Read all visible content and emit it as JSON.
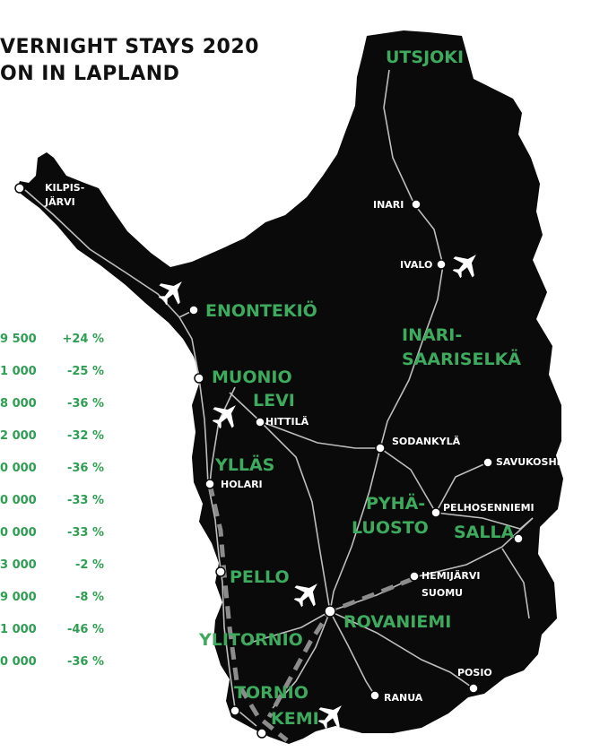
{
  "title": {
    "line1": "VERNIGHT STAYS 2020",
    "line2": "ON IN LAPLAND"
  },
  "stats": [
    {
      "value": "9 500",
      "change": "+24 %"
    },
    {
      "value": "1 000",
      "change": "-25 %"
    },
    {
      "value": "8 000",
      "change": "-36 %"
    },
    {
      "value": "2 000",
      "change": "-32 %"
    },
    {
      "value": "0 000",
      "change": "-36 %"
    },
    {
      "value": "0 000",
      "change": "-33 %"
    },
    {
      "value": "0 000",
      "change": "-33 %"
    },
    {
      "value": "3 000",
      "change": "-2 %"
    },
    {
      "value": "9 000",
      "change": "-8 %"
    },
    {
      "value": "1 000",
      "change": "-46 %"
    },
    {
      "value": "0 000",
      "change": "-36 %"
    }
  ],
  "destinations": {
    "utsjoki": "UTSJOKI",
    "enontekio": "ENONTEKIÖ",
    "inari_saariselka_1": "INARI-",
    "inari_saariselka_2": "SAARISELKÄ",
    "muonio": "MUONIO",
    "levi": "LEVI",
    "yllas": "YLLÄS",
    "pyha_luosto_1": "PYHÄ-",
    "pyha_luosto_2": "LUOSTO",
    "salla": "SALLA",
    "pello": "PELLO",
    "rovaniemi": "ROVANIEMI",
    "ylitornio": "YLITORNIO",
    "tornio": "TORNIO",
    "kemi": "KEMI"
  },
  "towns": {
    "kilpisjarvi_1": "KILPIS-",
    "kilpisjarvi_2": "JÄRVI",
    "inari": "INARI",
    "ivalo": "IVALO",
    "hittila": "HITTILÄ",
    "sodankyla": "SODANKYLÄ",
    "savukoski": "SAVUKOSHI",
    "holari": "HOLARI",
    "pelkosenniemi": "PELHOSENNIEMI",
    "hemijarvi": "HEMIJÄRVI",
    "suomu": "SUOMU",
    "posio": "POSIO",
    "ranua": "RANUA"
  },
  "colors": {
    "land": "#0a0a0a",
    "road": "#bdbdbd",
    "accent": "#3daa5e",
    "rail": "#8c8c8c"
  },
  "icons": [
    "airplane-icon"
  ]
}
